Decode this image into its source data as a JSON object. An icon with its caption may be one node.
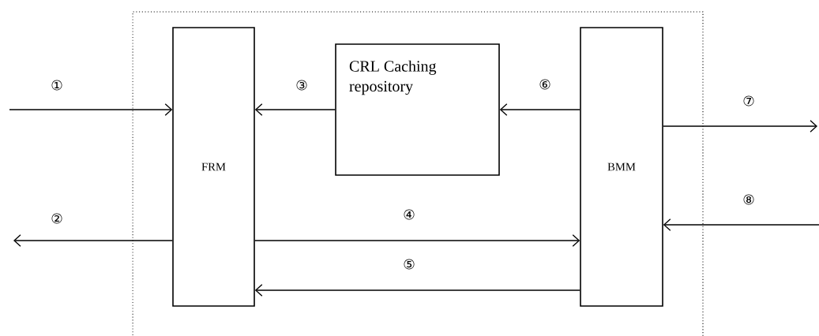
{
  "diagram": {
    "nodes": [
      {
        "text": [],
        "shape": "box"
      },
      {
        "text": [
          "FRM"
        ],
        "in": 0
      },
      {
        "text": [
          "CRL Caching repository"
        ],
        "in": 0
      },
      {
        "text": [
          "BMM"
        ],
        "in": 0
      }
    ],
    "edges": [
      {
        "from": null,
        "to": 1,
        "arrow": "to",
        "label": "①"
      },
      {
        "from": 1,
        "to": null,
        "arrow": "to",
        "label": "②"
      },
      {
        "from": 2,
        "to": 1,
        "arrow": "to",
        "label": "③"
      },
      {
        "from": 1,
        "to": 3,
        "arrow": "to",
        "label": "④"
      },
      {
        "from": 3,
        "to": 1,
        "arrow": "to",
        "label": "⑤"
      },
      {
        "from": 3,
        "to": 2,
        "arrow": "to",
        "label": "⑥"
      },
      {
        "from": 3,
        "to": null,
        "arrow": "to",
        "label": "⑦"
      },
      {
        "from": null,
        "to": 3,
        "arrow": "to",
        "label": "⑧"
      }
    ]
  }
}
